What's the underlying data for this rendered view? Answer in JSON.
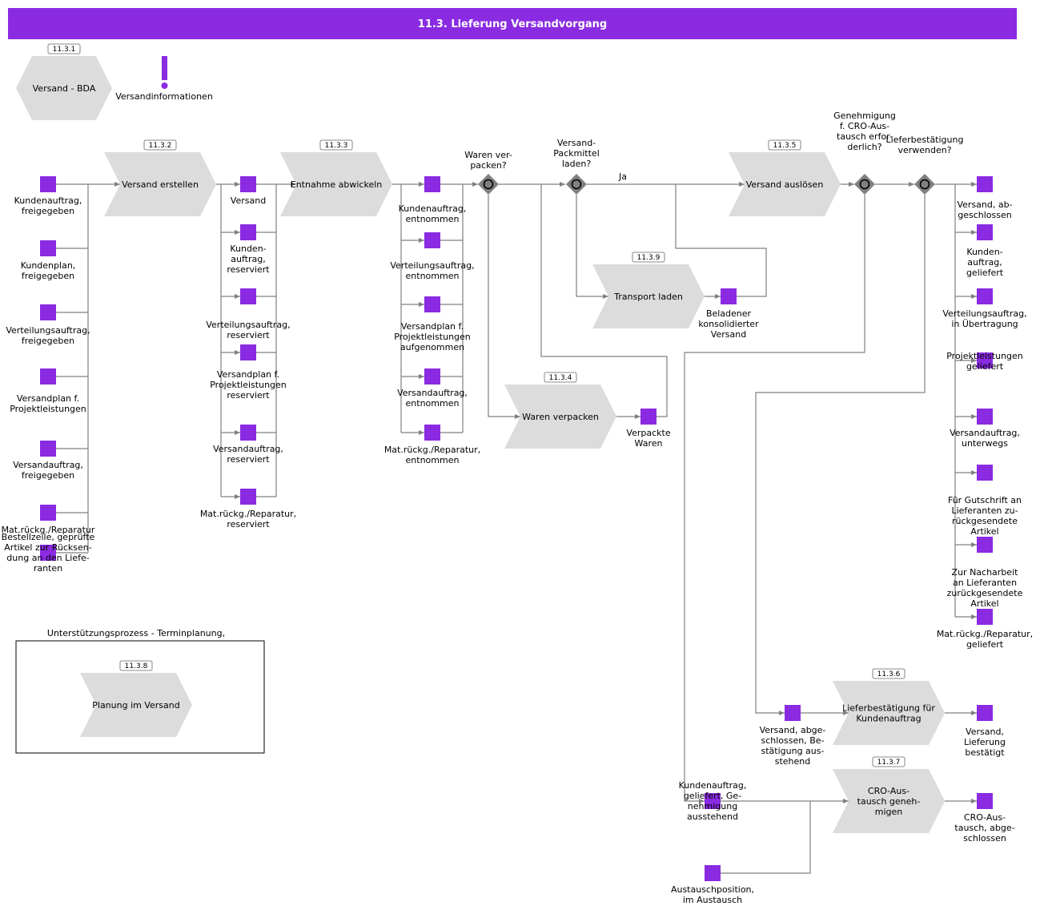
{
  "title": "11.3. Lieferung Versandvorgang",
  "colors": {
    "header": "#8a2be2",
    "event": "#8a2be2",
    "process": "#dcdcdc",
    "gateway": "#808080",
    "line": "#808080"
  },
  "processes": [
    {
      "id": "11.3.1",
      "label": [
        "Versand - BDA"
      ]
    },
    {
      "id": "11.3.2",
      "label": [
        "Versand erstellen"
      ]
    },
    {
      "id": "11.3.3",
      "label": [
        "Entnahme abwickeln"
      ]
    },
    {
      "id": "11.3.4",
      "label": [
        "Waren verpacken"
      ]
    },
    {
      "id": "11.3.5",
      "label": [
        "Versand auslösen"
      ]
    },
    {
      "id": "11.3.6",
      "label": [
        "Lieferbestätigung für",
        "Kundenauftrag"
      ]
    },
    {
      "id": "11.3.7",
      "label": [
        "CRO-Aus-",
        "tausch geneh-",
        "migen"
      ]
    },
    {
      "id": "11.3.8",
      "label": [
        "Planung im Versand"
      ]
    },
    {
      "id": "11.3.9",
      "label": [
        "Transport laden"
      ]
    }
  ],
  "info": {
    "label": "Versandinformationen",
    "icon": "exclamation-icon"
  },
  "support_box": {
    "label": "Unterstützungsprozess - Terminplanung,"
  },
  "gateways": [
    {
      "label": [
        "Waren ver-",
        "packen?"
      ]
    },
    {
      "label": [
        "Versand-",
        "Packmittel",
        "laden?"
      ]
    },
    {
      "label": [
        "Genehmigung",
        "f. CRO-Aus-",
        "tausch erfor-",
        "derlich?"
      ]
    },
    {
      "label": [
        "Lieferbestätigung",
        "verwenden?"
      ]
    }
  ],
  "edge_labels": [
    "Ja"
  ],
  "events": [
    [
      "Kundenauftrag,",
      "freigegeben"
    ],
    [
      "Kundenplan,",
      "freigegeben"
    ],
    [
      "Verteilungsauftrag,",
      "freigegeben"
    ],
    [
      "Versandplan f.",
      "Projektleistungen"
    ],
    [
      "Versandauftrag,",
      "freigegeben"
    ],
    [
      "Mat.rückg./Reparatur"
    ],
    [
      "Bestellzeile, geprüfte",
      "Artikel zur Rücksen-",
      "dung an den Liefe-",
      "ranten"
    ],
    [
      "Versand"
    ],
    [
      "Kunden-",
      "auftrag,",
      "reserviert"
    ],
    [
      "Verteilungsauftrag,",
      "reserviert"
    ],
    [
      "Versandplan f.",
      "Projektleistungen",
      "reserviert"
    ],
    [
      "Versandauftrag,",
      "reserviert"
    ],
    [
      "Mat.rückg./Reparatur,",
      "reserviert"
    ],
    [
      "Kundenauftrag,",
      "entnommen"
    ],
    [
      "Verteilungsauftrag,",
      "entnommen"
    ],
    [
      "Versandplan f.",
      "Projektleistungen",
      "aufgenommen"
    ],
    [
      "Versandauftrag,",
      "entnommen"
    ],
    [
      "Mat.rückg./Reparatur,",
      "entnommen"
    ],
    [
      "Verpackte",
      "Waren"
    ],
    [
      "Beladener",
      "konsolidierter",
      "Versand"
    ],
    [
      "Versand, ab-",
      "geschlossen"
    ],
    [
      "Kunden-",
      "auftrag,",
      "geliefert"
    ],
    [
      "Verteilungsauftrag,",
      "in Übertragung"
    ],
    [
      "Projektleistungen",
      "geliefert"
    ],
    [
      "Versandauftrag,",
      "unterwegs"
    ],
    [
      "Für Gutschrift an",
      "Lieferanten zu-",
      "rückgesendete",
      "Artikel"
    ],
    [
      "Zur Nacharbeit",
      "an Lieferanten",
      "zurückgesendete",
      "Artikel"
    ],
    [
      "Mat.rückg./Reparatur,",
      "geliefert"
    ],
    [
      "Versand, abge-",
      "schlossen, Be-",
      "stätigung aus-",
      "stehend"
    ],
    [
      "Versand,",
      "Lieferung",
      "bestätigt"
    ],
    [
      "Kundenauftrag,",
      "geliefert, Ge-",
      "nehmigung",
      "ausstehend"
    ],
    [
      "CRO-Aus-",
      "tausch, abge-",
      "schlossen"
    ],
    [
      "Austauschposition,",
      "im Austausch"
    ]
  ]
}
